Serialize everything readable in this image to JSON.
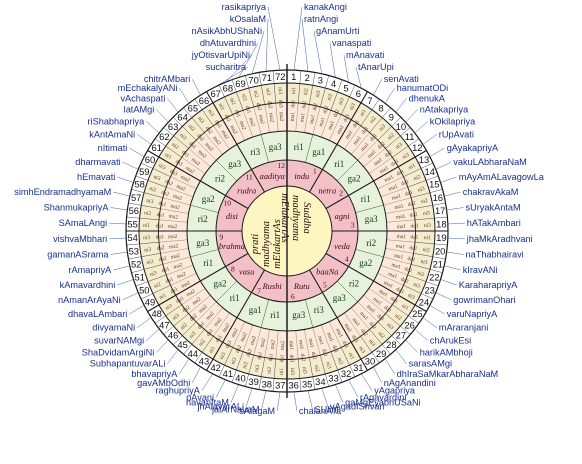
{
  "ragams": [
    "kanakAngi",
    "ratnAngi",
    "gAnamUrti",
    "vanaspati",
    "mAnavati",
    "tAnarUpi",
    "senAvati",
    "hanumatODi",
    "dhenukA",
    "nAtakapriya",
    "kOkilapriya",
    "rUpAvati",
    "gAyakapriyA",
    "vakuLAbharaNaM",
    "mAyAmALavagowLa",
    "chakravAkaM",
    "sUryakAntaM",
    "hATakAmbari",
    "jhaMkAradhvani",
    "naThabhairavi",
    "kIravANi",
    "KaraharapriyA",
    "gowrimanOhari",
    "varuNapriyA",
    "mAraranjani",
    "chArukEsi",
    "harikAMbhoji",
    "sarasAMgi",
    "dhIraSaMkarAbharaNaM",
    "nAgAnandini",
    "yAgapriya",
    "rAgavardini",
    "gaMgEyabhUSaNi",
    "vAgadIShvari",
    "SUlini",
    "chalanATa",
    "sAlagaM",
    "jalArNavaM",
    "jhAlavarALi",
    "navanItaM",
    "pAvani",
    "raghupriyA",
    "gavAMbOdhi",
    "bhavapriyA",
    "SubhapantuvarALi",
    "ShaDvidamArgiNi",
    "suvarNAMgi",
    "divyamaNi",
    "dhavaLAmbari",
    "nAmanArAyaNi",
    "kAmavardhini",
    "rAmapriyA",
    "gamanASrama",
    "vishvaMbhari",
    "SAmaLAngi",
    "ShanmukapriyA",
    "simhEndramadhyamaM",
    "hEmavati",
    "dharmavati",
    "nItimati",
    "kAntAmaNi",
    "riShabhapriya",
    "latAMgi",
    "vAchaspati",
    "mEchakalyANi",
    "chitrAMbari",
    "sucharitra",
    "jyOtisvarUpiNi",
    "dhAtuvardhini",
    "nAsikAbhUShaNi",
    "kOsalaM",
    "rasikapriya"
  ],
  "chakras": [
    "indu",
    "netra",
    "agni",
    "veda",
    "baaNa",
    "Rutu",
    "Rushi",
    "vasu",
    "brahma",
    "disi",
    "rudra",
    "aaditya"
  ],
  "center": {
    "right_lines": [
      "Suddha",
      "madhyama",
      "mElakartAs"
    ],
    "left_lines": [
      "prati",
      "madhyama",
      "mElakartAs"
    ]
  },
  "swaras": {
    "ri1": "ri1",
    "ri2": "ri2",
    "ri3": "ri3",
    "ga1": "ga1",
    "ga2": "ga2",
    "ga3": "ga3",
    "ma1": "ma1",
    "ma2": "ma2",
    "dha1": "da1",
    "dha2": "da2",
    "dha3": "da3",
    "ni1": "ni1",
    "ni2": "ni2",
    "ni3": "ni3"
  },
  "colors": {
    "ring_outer": "#f5ecd0",
    "ring_ni": "#fbe9dc",
    "ring_green": "#e6f2dc",
    "ring_pink": "#f4c0c8",
    "ring_center": "#fdf6c0",
    "ring_stroke": "#1a1a1a",
    "leader": "#2b4aa8"
  }
}
